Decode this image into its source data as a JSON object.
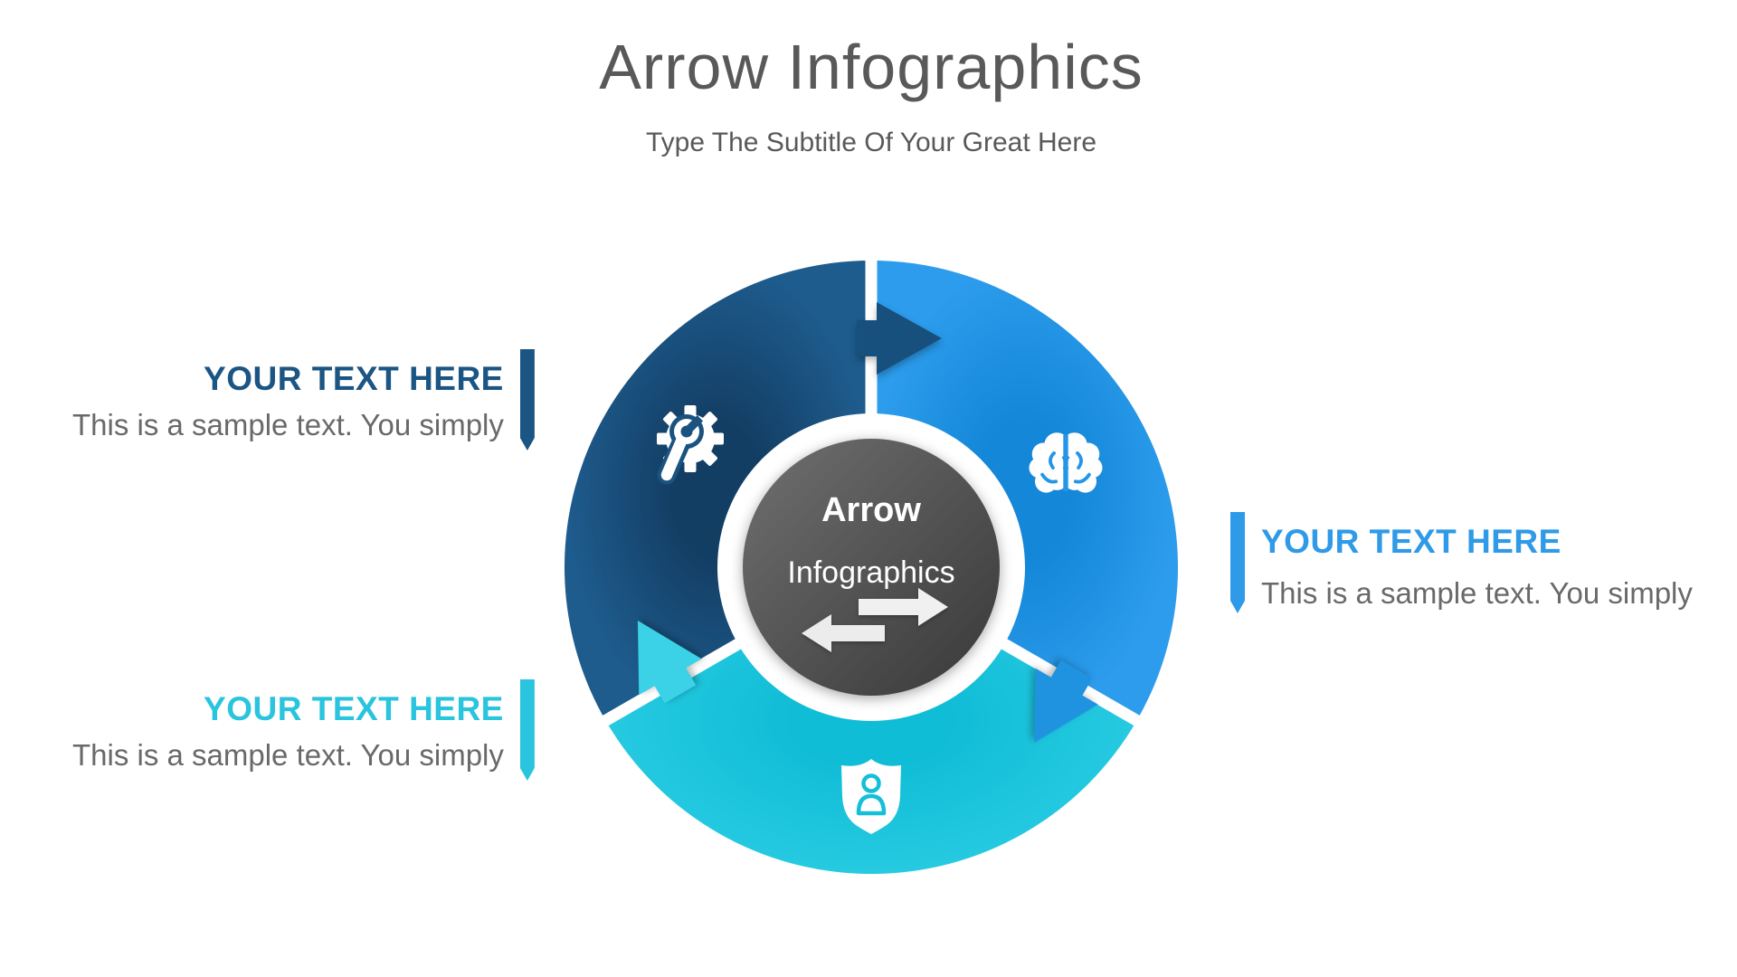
{
  "slide": {
    "title": "Arrow Infographics",
    "subtitle": "Type The Subtitle Of Your Great Here"
  },
  "diagram": {
    "center": {
      "line1": "Arrow",
      "line2": "Infographics"
    },
    "segments": [
      {
        "icon": "gear-wrench-icon",
        "color": "#1a5280"
      },
      {
        "icon": "brain-icon",
        "color": "#2496e8"
      },
      {
        "icon": "shield-user-icon",
        "color": "#1dc5de"
      }
    ]
  },
  "labels": {
    "left_top": {
      "heading": "YOUR TEXT HERE",
      "body": "This is a sample text. You simply",
      "accent": "#1b5583"
    },
    "left_bottom": {
      "heading": "YOUR TEXT HERE",
      "body": "This is a sample text. You simply",
      "accent": "#29c4de"
    },
    "right": {
      "heading": "YOUR TEXT HERE",
      "body": "This is a sample text. You simply",
      "accent": "#2e9ae8"
    }
  },
  "colors": {
    "title_gray": "#595959",
    "body_gray": "#696969",
    "navy": "#1b5583",
    "blue": "#2e9ae8",
    "cyan": "#29c4de",
    "navy_segment": "#1a5280",
    "blue_segment": "#2496e8",
    "cyan_segment": "#1dc5de",
    "hub_gray_light": "#6f6f6f",
    "hub_gray_dark": "#3a3a3a",
    "hub_arrow_light": "#ededed"
  }
}
